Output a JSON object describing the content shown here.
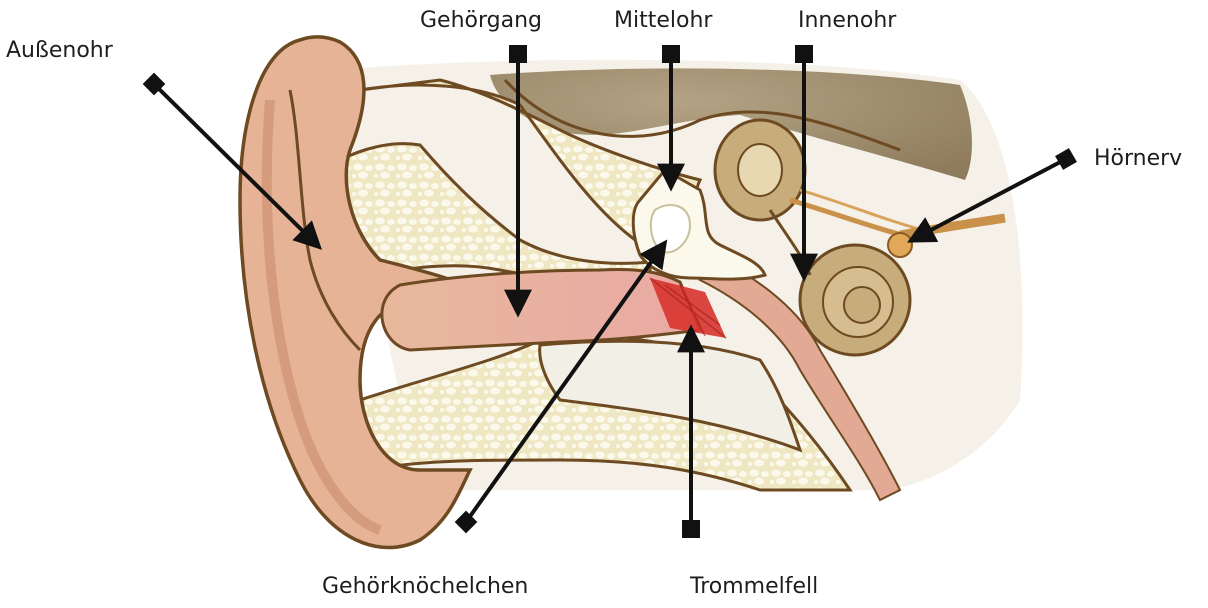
{
  "labels": {
    "aussenohr": "Außenohr",
    "gehoergang": "Gehörgang",
    "mittelohr": "Mittelohr",
    "innenohr": "Innenohr",
    "hoernerv": "Hörnerv",
    "gehoerknoechelchen": "Gehörknöchelchen",
    "trommelfell": "Trommelfell"
  },
  "colors": {
    "skin": "#e6b396",
    "skin_dark": "#c98a6d",
    "outline": "#6e4a22",
    "bone": "#f1e9c8",
    "bone_dot": "#fbf8ec",
    "cavity": "#f1efe6",
    "brain": "#a89777",
    "cochlea": "#c8ad7c",
    "eardrum": "#d8332d",
    "nerve": "#e2a859",
    "arrow": "#111111"
  }
}
